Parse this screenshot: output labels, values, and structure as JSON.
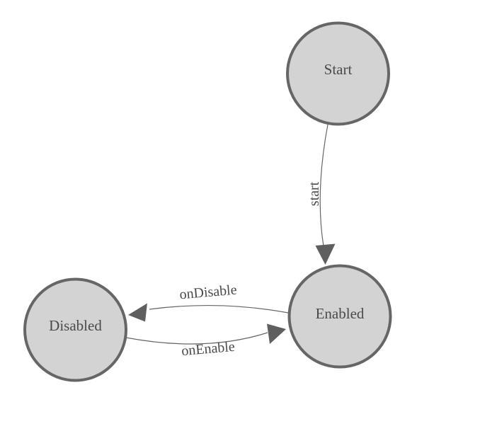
{
  "diagram": {
    "type": "state-machine",
    "nodes": [
      {
        "id": "Start",
        "label": "Start"
      },
      {
        "id": "Enabled",
        "label": "Enabled"
      },
      {
        "id": "Disabled",
        "label": "Disabled"
      }
    ],
    "edges": [
      {
        "from": "Start",
        "to": "Enabled",
        "label": "start"
      },
      {
        "from": "Enabled",
        "to": "Disabled",
        "label": "onDisable"
      },
      {
        "from": "Disabled",
        "to": "Enabled",
        "label": "onEnable"
      }
    ]
  },
  "colors": {
    "background": "#ffffff",
    "node_fill": "#d3d3d3",
    "node_border": "#666666",
    "edge_line": "#666666",
    "arrowhead": "#5f5f5f",
    "label_text": "#4a4a4a"
  }
}
